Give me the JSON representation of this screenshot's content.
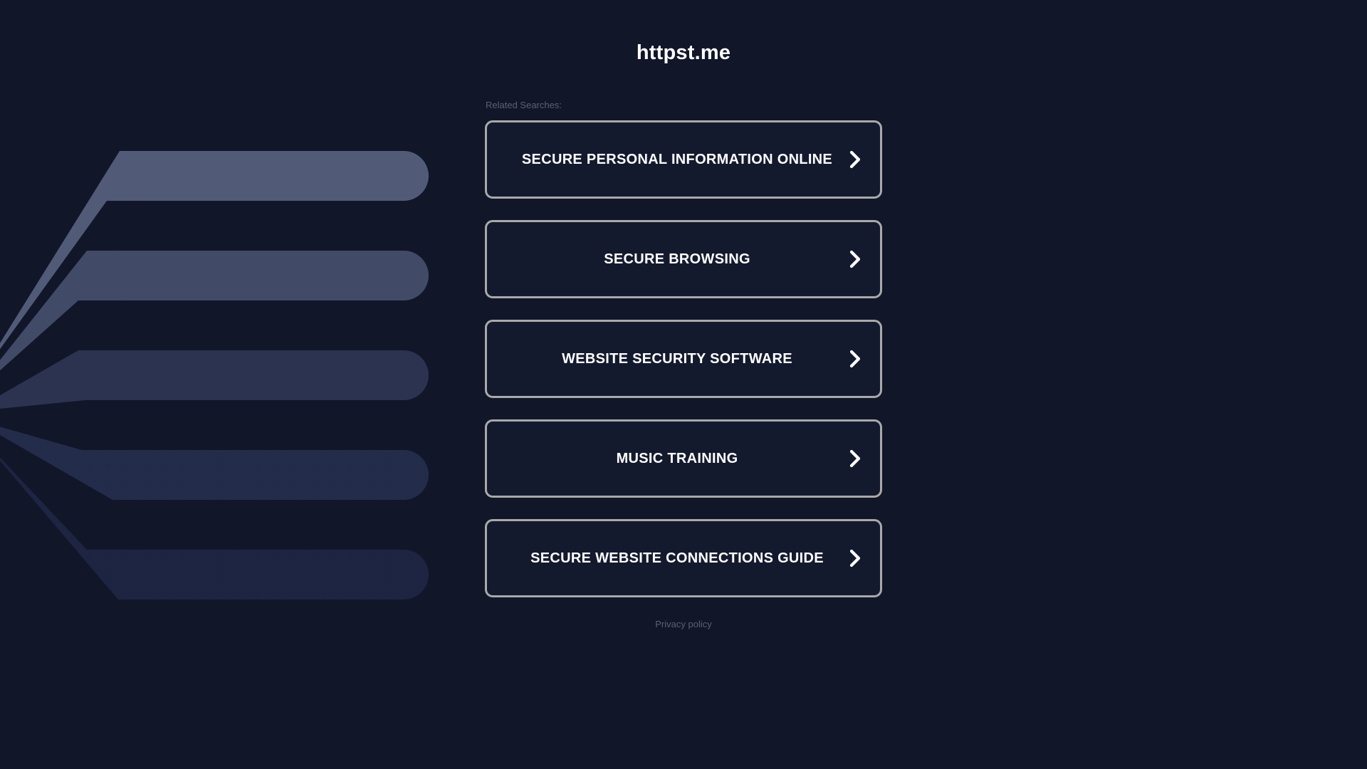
{
  "page": {
    "title": "httpst.me",
    "background_color": "#111629",
    "accent_border_color": "#a9a9a9",
    "button_fill_color": "#141a2e",
    "muted_text_color": "#5b6073"
  },
  "related": {
    "label": "Related Searches:",
    "chevron_icon": "chevron-right-icon",
    "items": [
      {
        "label": "SECURE PERSONAL INFORMATION ONLINE"
      },
      {
        "label": "SECURE BROWSING"
      },
      {
        "label": "WEBSITE SECURITY SOFTWARE"
      },
      {
        "label": "MUSIC TRAINING"
      },
      {
        "label": "SECURE WEBSITE CONNECTIONS GUIDE"
      }
    ]
  },
  "footer": {
    "privacy_policy_label": "Privacy policy"
  },
  "decoration": {
    "name": "fan-stripes-background",
    "stripe_colors": [
      "#515b78",
      "#414a66",
      "#2b3350",
      "#232c4a",
      "#1d2542"
    ]
  }
}
